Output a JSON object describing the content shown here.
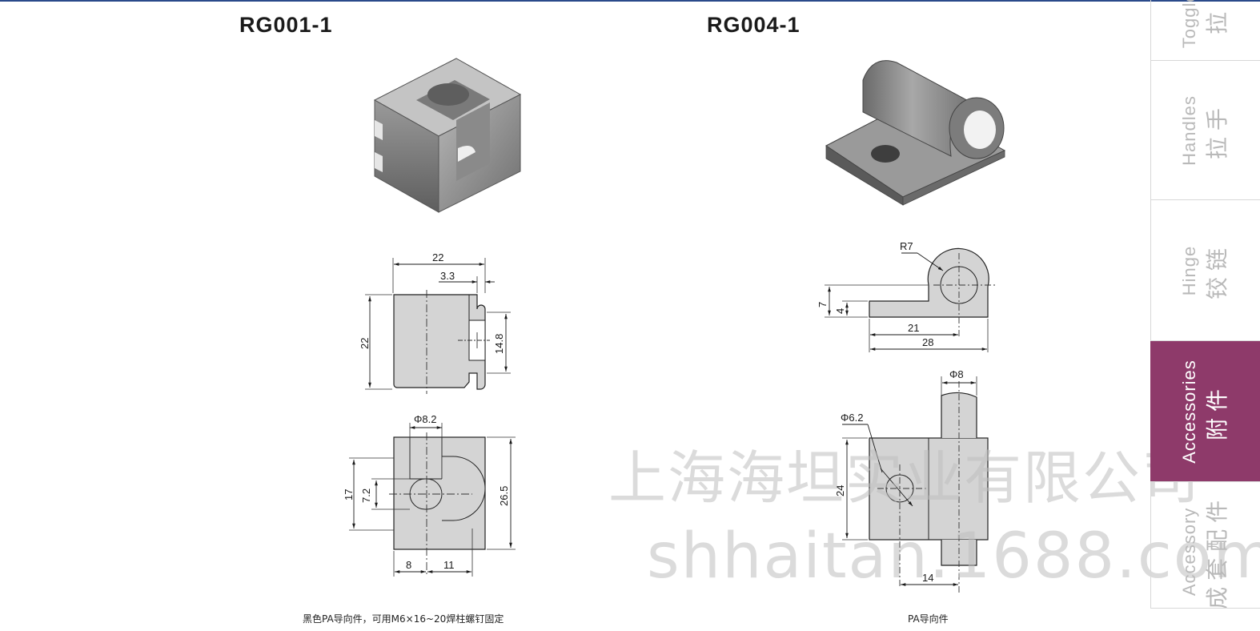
{
  "products": [
    {
      "code": "RG001-1",
      "caption": "黑色PA导向件，可用M6×16~20焊柱螺钉固定",
      "dims": {
        "width_top": "22",
        "slot": "3.3",
        "height_left": "22",
        "slot_height": "14.8",
        "hole_dia": "Φ8.2",
        "height_17": "17",
        "height_72": "7.2",
        "height_265": "26.5",
        "bottom_8": "8",
        "bottom_11": "11"
      }
    },
    {
      "code": "RG004-1",
      "caption": "PA导向件",
      "dims": {
        "radius": "R7",
        "h7": "7",
        "h4": "4",
        "len21": "21",
        "len28": "28",
        "pin_dia": "Φ8",
        "hole_dia": "Φ6.2",
        "h24": "24",
        "len14": "14"
      }
    }
  ],
  "watermark": {
    "company": "上海海坦实业有限公司",
    "url": "shhaitan.1688.com"
  },
  "sidebar": {
    "items": [
      {
        "cn": "拉",
        "en": "Toggle"
      },
      {
        "cn": "拉手",
        "en": "Handles"
      },
      {
        "cn": "铰链",
        "en": "Hinge"
      },
      {
        "cn": "附件",
        "en": "Accessories"
      },
      {
        "cn": "成套配件",
        "en": "Accessory"
      }
    ]
  },
  "colors": {
    "accent": "#8e3a6a",
    "part_fill": "#d4d4d4",
    "part_3d": "#8a8a8a"
  }
}
